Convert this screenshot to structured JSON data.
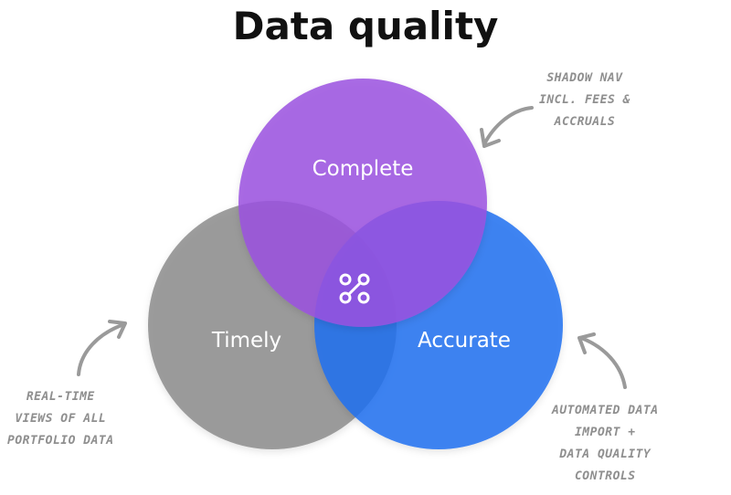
{
  "title": "Data quality",
  "circles": [
    {
      "label": "Complete",
      "color": "#9b51e0"
    },
    {
      "label": "Timely",
      "color": "#8c8c8c"
    },
    {
      "label": "Accurate",
      "color": "#1f70f0"
    }
  ],
  "center_icon": "link-nodes-icon",
  "annotations": {
    "complete": [
      "SHADOW NAV",
      "INCL. FEES &",
      "ACCRUALS"
    ],
    "timely": [
      "REAL-TIME",
      "VIEWS OF ALL",
      "PORTFOLIO DATA"
    ],
    "accurate": [
      "AUTOMATED DATA",
      "IMPORT +",
      "DATA QUALITY",
      "CONTROLS"
    ]
  },
  "colors": {
    "annotation": "#8f8f8f",
    "icon_bg": "#4a2fa8"
  }
}
